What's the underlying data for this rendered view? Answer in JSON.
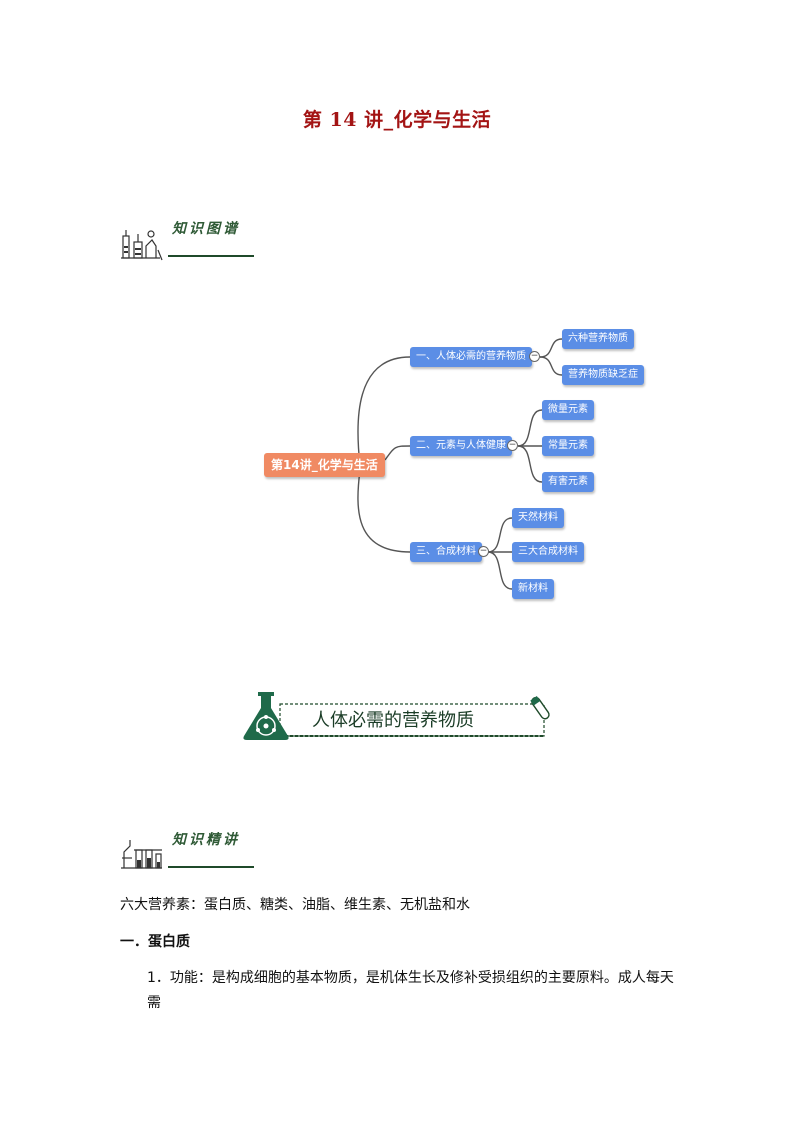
{
  "page_title": "第 14 讲_化学与生活",
  "section1": {
    "label": "知识图谱"
  },
  "mindmap": {
    "root": "第14讲_化学与生活",
    "branches": [
      {
        "label": "一、人体必需的营养物质",
        "children": [
          "六种营养物质",
          "营养物质缺乏症"
        ]
      },
      {
        "label": "二、元素与人体健康",
        "children": [
          "微量元素",
          "常量元素",
          "有害元素"
        ]
      },
      {
        "label": "三、合成材料",
        "children": [
          "天然材料",
          "三大合成材料",
          "新材料"
        ]
      }
    ],
    "collapse_symbol": "−"
  },
  "banner": {
    "title": "人体必需的营养物质"
  },
  "section2": {
    "label": "知识精讲"
  },
  "content": {
    "intro": "六大营养素：蛋白质、糖类、油脂、维生素、无机盐和水",
    "heading1": "一．蛋白质",
    "item1_line1": "1．功能：是构成细胞的基本物质，是机体生长及修补受损组织的主要原料。成人每天",
    "item1_line2": "需"
  },
  "colors": {
    "title": "#a31414",
    "root_node": "#f08a63",
    "branch_node": "#5b8ee6",
    "accent_green": "#1f4a2a"
  }
}
